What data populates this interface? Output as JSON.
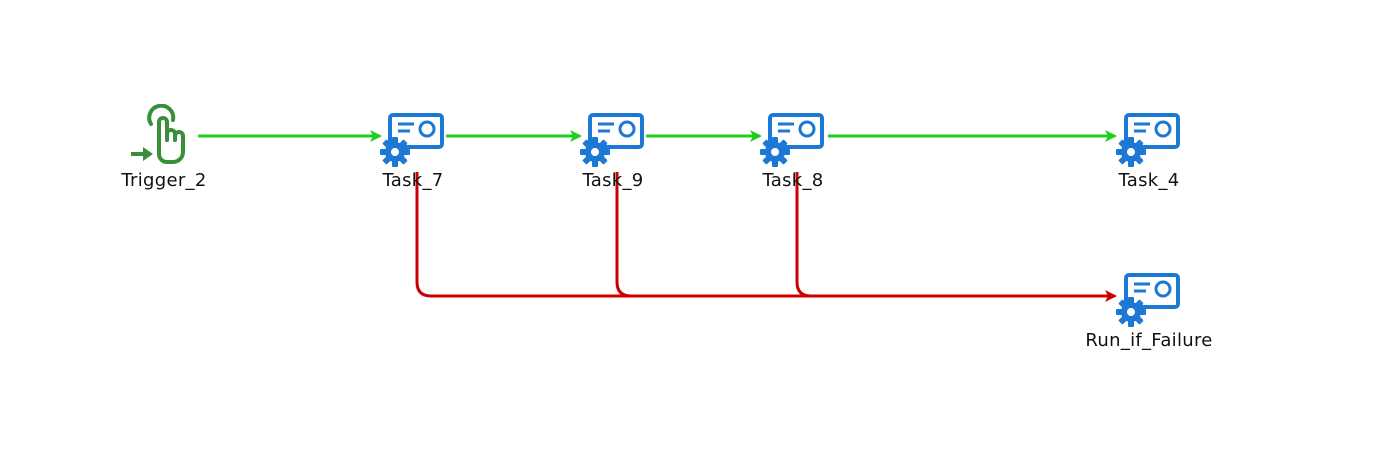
{
  "colors": {
    "success_edge": "#1fcc1f",
    "failure_edge": "#cc0000",
    "task_icon": "#1b78d4",
    "trigger_icon": "#3a8e3a"
  },
  "nodes": {
    "trigger_2": {
      "label": "Trigger_2",
      "icon": "touch-trigger-icon"
    },
    "task_7": {
      "label": "Task_7",
      "icon": "task-gear-icon"
    },
    "task_9": {
      "label": "Task_9",
      "icon": "task-gear-icon"
    },
    "task_8": {
      "label": "Task_8",
      "icon": "task-gear-icon"
    },
    "task_4": {
      "label": "Task_4",
      "icon": "task-gear-icon"
    },
    "run_if_failure": {
      "label": "Run_if_Failure",
      "icon": "task-gear-icon"
    }
  },
  "edges": [
    {
      "from": "Trigger_2",
      "to": "Task_7",
      "kind": "success"
    },
    {
      "from": "Task_7",
      "to": "Task_9",
      "kind": "success"
    },
    {
      "from": "Task_9",
      "to": "Task_8",
      "kind": "success"
    },
    {
      "from": "Task_8",
      "to": "Task_4",
      "kind": "success"
    },
    {
      "from": "Task_7",
      "to": "Run_if_Failure",
      "kind": "failure"
    },
    {
      "from": "Task_9",
      "to": "Run_if_Failure",
      "kind": "failure"
    },
    {
      "from": "Task_8",
      "to": "Run_if_Failure",
      "kind": "failure"
    }
  ]
}
